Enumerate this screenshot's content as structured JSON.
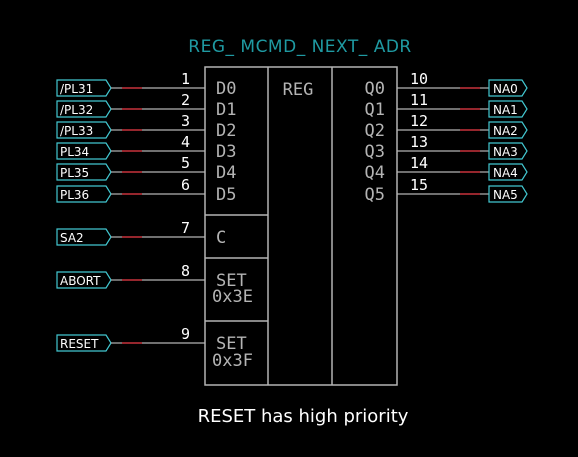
{
  "title": "REG_ MCMD_ NEXT_ ADR",
  "block_label": "REG",
  "left_pins": [
    {
      "net": "/PL31",
      "pin": "1",
      "name": "D0"
    },
    {
      "net": "/PL32",
      "pin": "2",
      "name": "D1"
    },
    {
      "net": "/PL33",
      "pin": "3",
      "name": "D2"
    },
    {
      "net": "PL34",
      "pin": "4",
      "name": "D3"
    },
    {
      "net": "PL35",
      "pin": "5",
      "name": "D4"
    },
    {
      "net": "PL36",
      "pin": "6",
      "name": "D5"
    },
    {
      "net": "SA2",
      "pin": "7",
      "name": "C"
    },
    {
      "net": "ABORT",
      "pin": "8",
      "name": "SET",
      "sub": "0x3E"
    },
    {
      "net": "RESET",
      "pin": "9",
      "name": "SET",
      "sub": "0x3F"
    }
  ],
  "right_pins": [
    {
      "net": "NA0",
      "pin": "10",
      "name": "Q0"
    },
    {
      "net": "NA1",
      "pin": "11",
      "name": "Q1"
    },
    {
      "net": "NA2",
      "pin": "12",
      "name": "Q2"
    },
    {
      "net": "NA3",
      "pin": "13",
      "name": "Q3"
    },
    {
      "net": "NA4",
      "pin": "14",
      "name": "Q4"
    },
    {
      "net": "NA5",
      "pin": "15",
      "name": "Q5"
    }
  ],
  "note": "RESET has high priority",
  "colors": {
    "background": "#000000",
    "outline": "#b4b4b4",
    "label": "#ffffff",
    "title": "#1f9aa2",
    "net_tag": "#42c7d0",
    "marker": "#c8323c"
  }
}
